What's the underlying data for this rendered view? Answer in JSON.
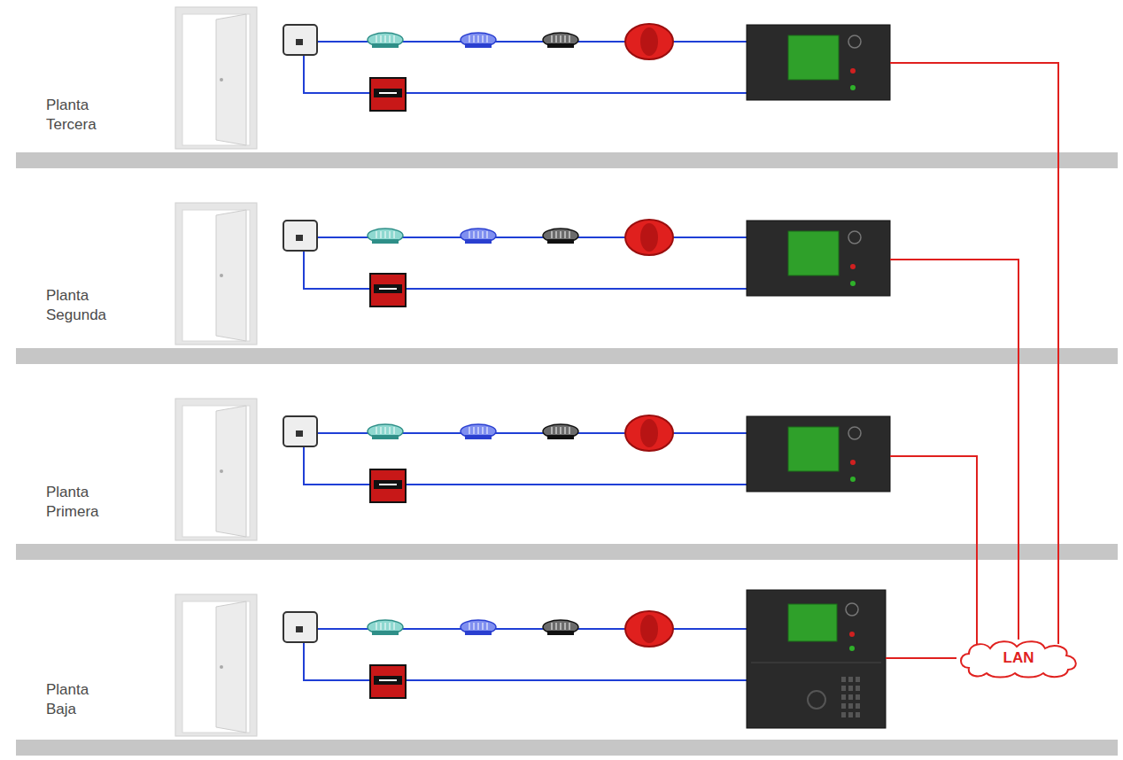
{
  "diagram": {
    "nodes": [
      {
        "text": [
          "LAN"
        ]
      }
    ],
    "labels": [
      "Planta Tercera",
      "Planta Segunda",
      "Planta Primera",
      "Planta Baja"
    ]
  }
}
